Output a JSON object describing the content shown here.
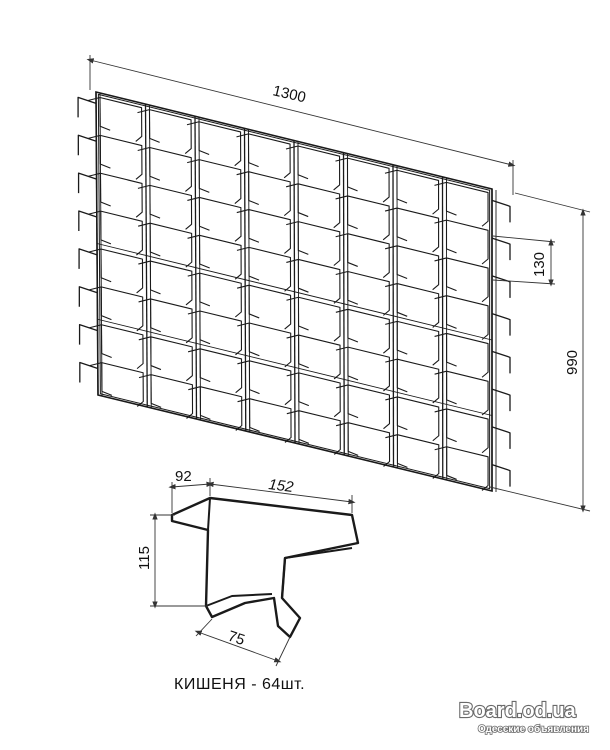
{
  "dimensions": {
    "width": "1300",
    "height": "990",
    "pocket_spacing": "130",
    "pocket_depth": "92",
    "pocket_width": "152",
    "pocket_height": "115",
    "pocket_bottom": "75"
  },
  "caption": "КИШЕНЯ - 64шт.",
  "watermark": {
    "site": "Board.od.ua",
    "tagline": "Одесские объявления"
  },
  "grid": {
    "columns": 8,
    "rows": 8
  }
}
